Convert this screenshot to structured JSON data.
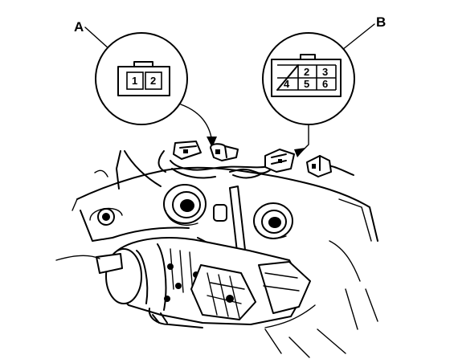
{
  "callouts": {
    "a": {
      "label": "A",
      "pins": [
        "1",
        "2"
      ]
    },
    "b": {
      "label": "B",
      "pins": [
        "2",
        "3",
        "4",
        "5",
        "6"
      ]
    }
  }
}
